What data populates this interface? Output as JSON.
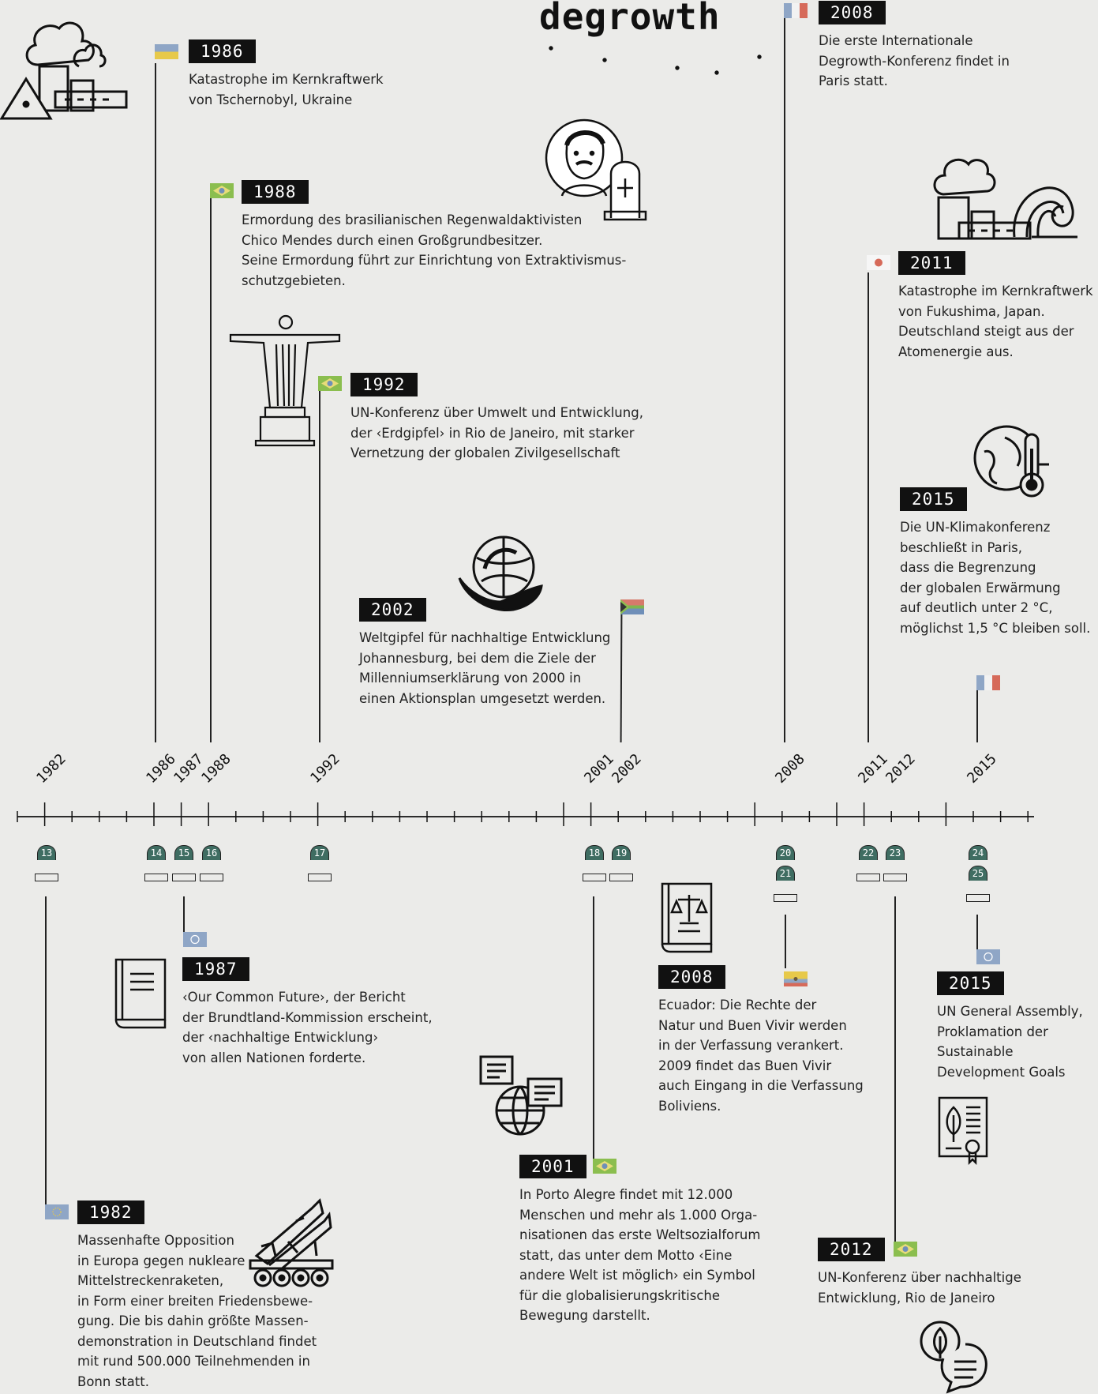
{
  "logo_text": "degrowth",
  "axis": {
    "tick_labels": [
      "1982",
      "1986",
      "1987",
      "1988",
      "1992",
      "2001",
      "2002",
      "2008",
      "2011",
      "2012",
      "2015"
    ],
    "markers": [
      "13",
      "14",
      "15",
      "16",
      "17",
      "18",
      "19",
      "20",
      "21",
      "22",
      "23",
      "24",
      "25"
    ]
  },
  "events_top": [
    {
      "year": "1986",
      "text": "Katastrophe im Kernkraftwerk\nvon Tschernobyl, Ukraine",
      "flag": "ukraine"
    },
    {
      "year": "1988",
      "text": "Ermordung des brasilianischen Regenwaldaktivisten\nChico Mendes durch einen Großgrundbesitzer.\nSeine Ermordung führt zur Einrichtung von Extraktivismus-\nschutzgebieten.",
      "flag": "brazil"
    },
    {
      "year": "1992",
      "text": "UN-Konferenz über Umwelt und Entwicklung,\nder ‹Erdgipfel› in Rio de Janeiro, mit starker\nVernetzung der globalen Zivilgesellschaft",
      "flag": "brazil"
    },
    {
      "year": "2002",
      "text": "Weltgipfel für nachhaltige Entwicklung\nJohannesburg, bei dem die Ziele der\nMillenniumserklärung von 2000 in\neinen Aktionsplan umgesetzt werden.",
      "flag": "south-africa"
    },
    {
      "year": "2008",
      "text": "Die erste Internationale\nDegrowth-Konferenz findet in\nParis statt.",
      "flag": "france"
    },
    {
      "year": "2011",
      "text": "Katastrophe im Kernkraftwerk\nvon Fukushima, Japan.\nDeutschland steigt aus der\nAtomenergie aus.",
      "flag": "japan"
    },
    {
      "year": "2015",
      "text": "Die UN-Klimakonferenz\nbeschließt in Paris,\ndass die Begrenzung\nder globalen Erwärmung\nauf deutlich unter 2 °C,\nmöglichst 1,5 °C bleiben soll.",
      "flag": "france"
    }
  ],
  "events_bottom": [
    {
      "year": "1987",
      "text": "‹Our Common Future›, der Bericht\nder Brundtland-Kommission erscheint,\nder ‹nachhaltige Entwicklung›\nvon allen Nationen forderte.",
      "flag": "un"
    },
    {
      "year": "2008",
      "text": "Ecuador: Die Rechte der\nNatur und Buen Vivir werden\nin der Verfassung verankert.\n2009 findet das Buen Vivir\nauch Eingang in die Verfassung\nBoliviens.",
      "flag": "ecuador"
    },
    {
      "year": "2015",
      "text": "UN General Assembly,\nProklamation der\nSustainable\nDevelopment Goals",
      "flag": "un"
    },
    {
      "year": "2001",
      "text": "In Porto Alegre findet mit 12.000\nMenschen und mehr als 1.000 Orga-\nnisationen das erste Weltsozialforum\nstatt, das unter dem Motto ‹Eine\nandere Welt ist möglich› ein Symbol\nfür die globalisierungskritische\nBewegung darstellt.",
      "flag": "brazil"
    },
    {
      "year": "2012",
      "text": "UN-Konferenz über nachhaltige\nEntwicklung, Rio de Janeiro",
      "flag": "brazil"
    },
    {
      "year": "1982",
      "text": "Massenhafte Opposition\nin Europa gegen nukleare\nMittelstreckenraketen,\nin Form einer breiten Friedensbewe-\ngung. Die bis dahin größte Massen-\ndemonstration in Deutschland findet\nmit rund 500.000 Teilnehmenden in\nBonn statt.",
      "flag": "eu"
    }
  ],
  "colors": {
    "background": "#ebebe9",
    "badge": "#111111",
    "marker": "#3f6d62"
  },
  "icons": [
    "nuclear-plant-icon",
    "grave-portrait-icon",
    "christ-redeemer-icon",
    "globe-hands-icon",
    "fukushima-wave-icon",
    "globe-thermometer-icon",
    "report-book-icon",
    "law-book-icon",
    "globe-chat-icon",
    "certificate-leaf-icon",
    "missile-launcher-icon",
    "leaf-chat-icon"
  ]
}
